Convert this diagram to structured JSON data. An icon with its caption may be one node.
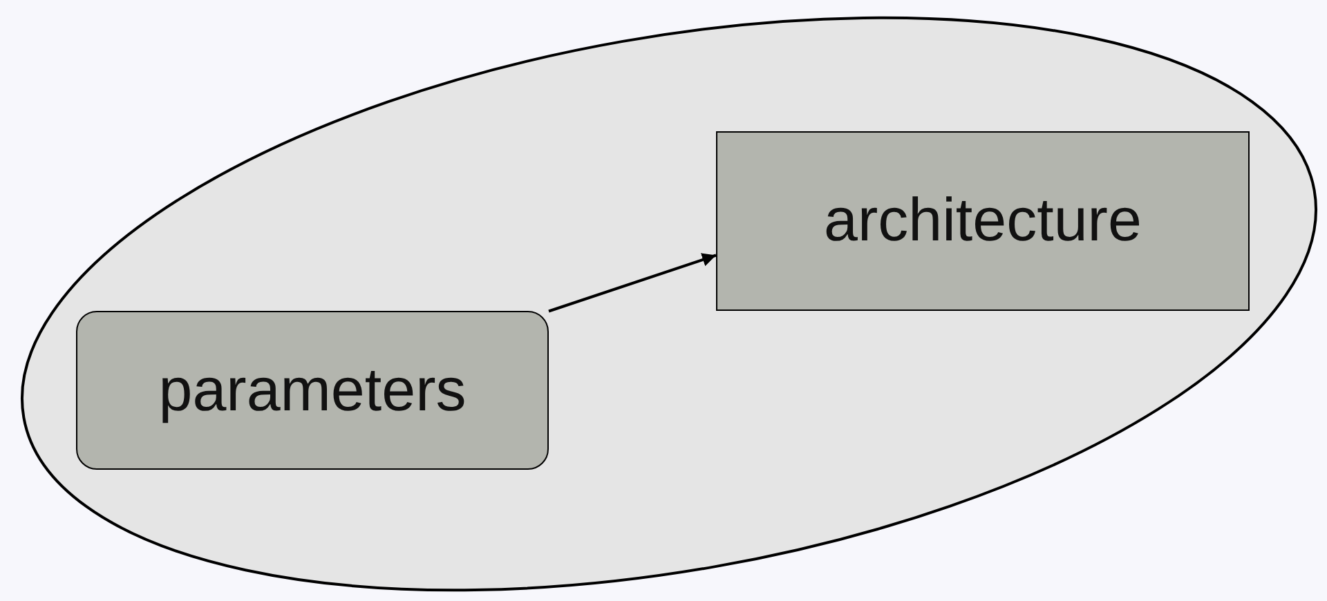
{
  "diagram": {
    "nodes": [
      {
        "text": [],
        "shape": "ellipse"
      },
      {
        "text": [
          "parameters"
        ],
        "in": 0
      },
      {
        "text": [
          "architecture"
        ],
        "in": 0
      }
    ],
    "edges": [
      {
        "from": 1,
        "to": 2,
        "arrow": "to"
      }
    ]
  }
}
